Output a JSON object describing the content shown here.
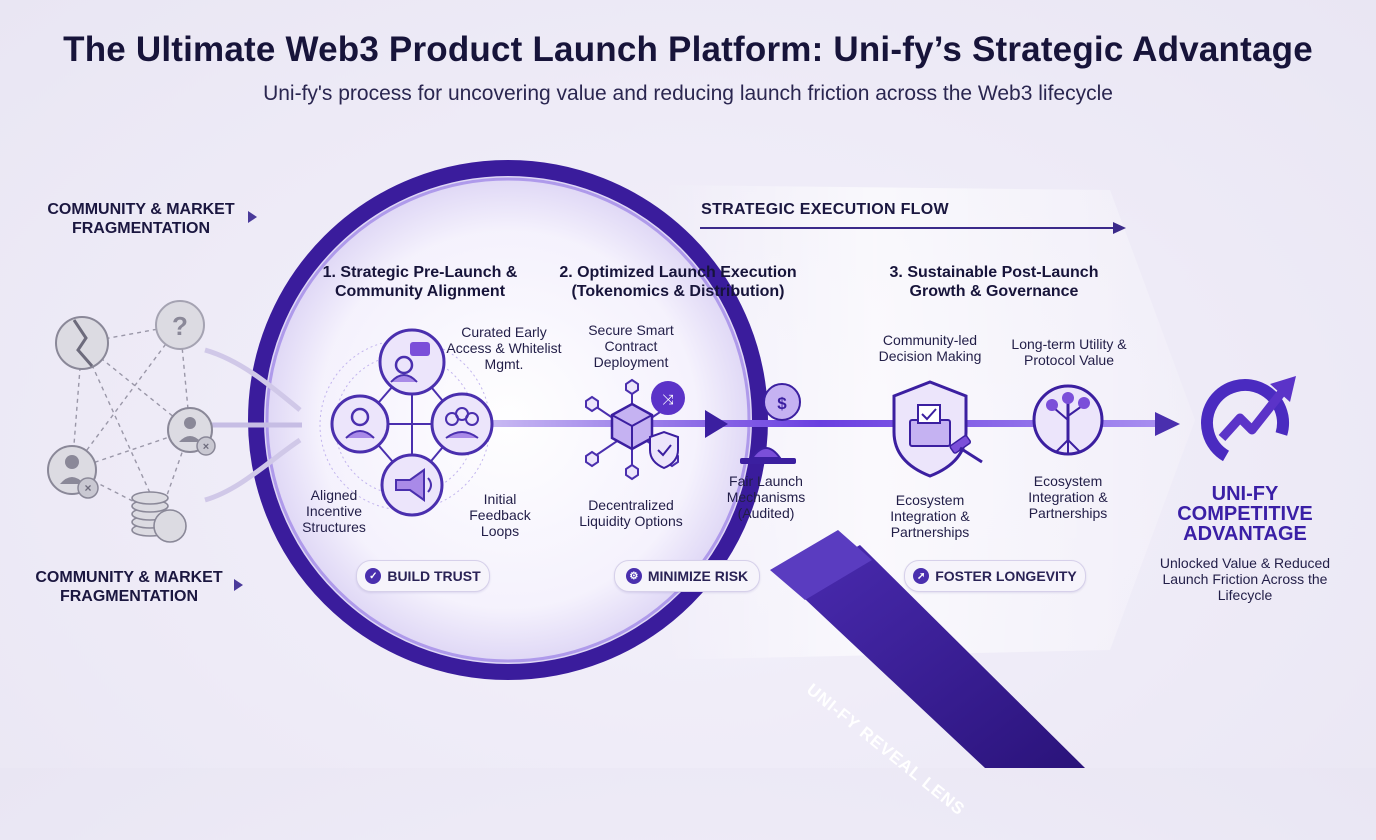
{
  "title": "The Ultimate Web3 Product Launch Platform: Uni-fy’s Strategic Advantage",
  "subtitle": "Uni-fy's process for uncovering value and reducing launch friction across the Web3 lifecycle",
  "left_labels": {
    "top": "COMMUNITY & MARKET FRAGMENTATION",
    "bottom": "COMMUNITY & MARKET FRAGMENTATION"
  },
  "flow_label": "STRATEGIC EXECUTION FLOW",
  "stages": [
    {
      "title": "1. Strategic Pre-Launch & Community Alignment",
      "items": [
        "Curated Early Access & Whitelist Mgmt.",
        "Aligned Incentive Structures",
        "Initial Feedback Loops"
      ],
      "pill": "BUILD TRUST"
    },
    {
      "title": "2. Optimized Launch Execution (Tokenomics & Distribution)",
      "items": [
        "Secure Smart Contract Deployment",
        "Decentralized Liquidity Options",
        "Fair Launch Mechanisms (Audited)"
      ],
      "pill": "MINIMIZE RISK"
    },
    {
      "title": "3. Sustainable Post-Launch Growth & Governance",
      "items": [
        "Community-led Decision Making",
        "Long-term Utility & Protocol Value",
        "Ecosystem Integration & Partnerships",
        "Ecosystem Integration & Partnerships"
      ],
      "pill": "FOSTER LONGEVITY"
    }
  ],
  "lens_label": "UNI-FY REVEAL LENS",
  "advantage": {
    "title": "UNI-FY COMPETITIVE ADVANTAGE",
    "description": "Unlocked Value & Reduced Launch Friction Across the Lifecycle"
  },
  "colors": {
    "primary": "#3b1fa0",
    "accent": "#7b4fd9",
    "ring": "#3a1c9c",
    "text": "#17143a"
  }
}
